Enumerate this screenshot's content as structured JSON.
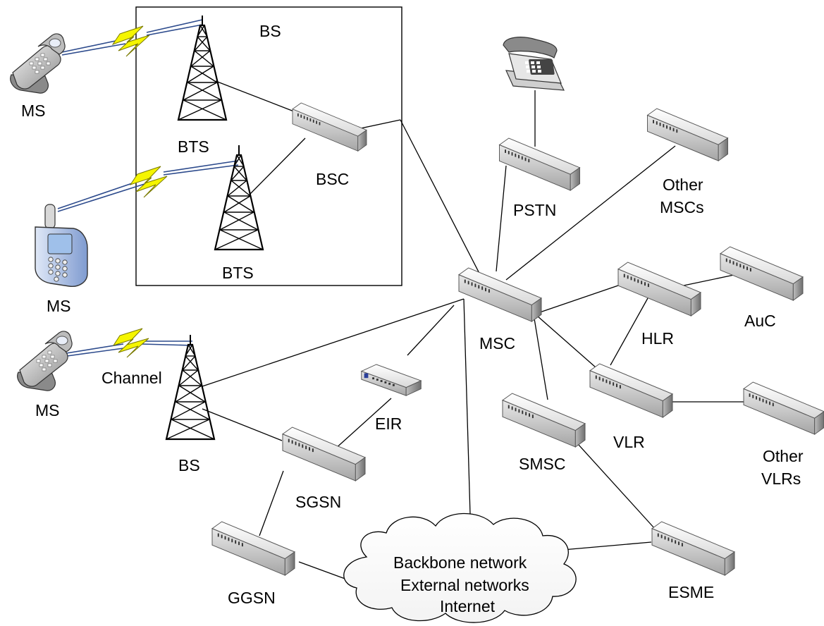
{
  "labels": {
    "bs_top": "BS",
    "bts_1": "BTS",
    "bts_2": "BTS",
    "bsc": "BSC",
    "ms_1": "MS",
    "ms_2": "MS",
    "ms_3": "MS",
    "channel": "Channel",
    "bs_bottom": "BS",
    "pstn": "PSTN",
    "other_mscs_1": "Other",
    "other_mscs_2": "MSCs",
    "msc": "MSC",
    "hlr": "HLR",
    "auc": "AuC",
    "vlr": "VLR",
    "other_vlrs_1": "Other",
    "other_vlrs_2": "VLRs",
    "eir": "EIR",
    "smsc": "SMSC",
    "sgsn": "SGSN",
    "ggsn": "GGSN",
    "esme": "ESME",
    "cloud_1": "Backbone network",
    "cloud_2": "External networks",
    "cloud_3": "Internet"
  },
  "colors": {
    "lightning_fill": "#f5f500",
    "lightning_stroke": "#7a7a00",
    "radio_link": "#2c4a8c",
    "device_light": "#f4f4f4",
    "device_dark": "#9a9a9a",
    "phone_blue": "#8fa9d8"
  },
  "icons": {
    "tower": "radio-tower-icon",
    "device": "network-device-icon",
    "flip_phone": "flip-phone-icon",
    "mobile_phone": "mobile-phone-icon",
    "telephone": "telephone-icon",
    "switch": "small-switch-icon",
    "cloud": "cloud-icon"
  }
}
